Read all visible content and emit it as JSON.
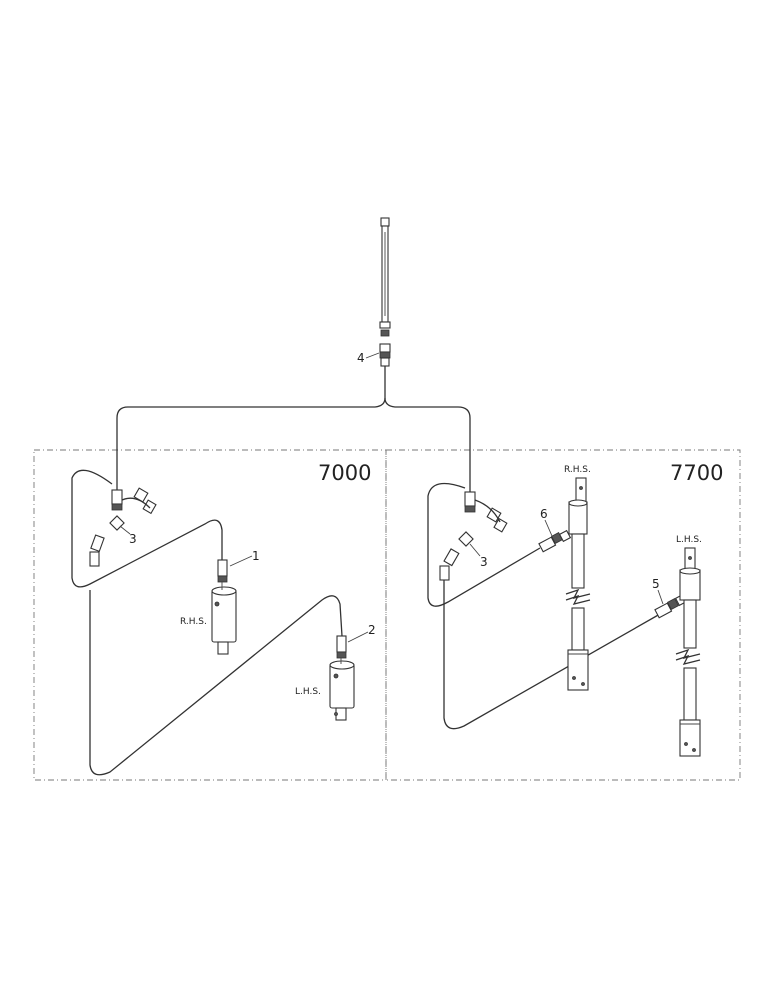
{
  "sections": {
    "left_model": "7000",
    "right_model": "7700"
  },
  "callouts": {
    "c1": "1",
    "c2": "2",
    "c3_left": "3",
    "c3_right": "3",
    "c4": "4",
    "c5": "5",
    "c6": "6"
  },
  "side_labels": {
    "left_rhs": "R.H.S.",
    "left_lhs": "L.H.S.",
    "right_rhs": "R.H.S.",
    "right_lhs": "L.H.S."
  }
}
